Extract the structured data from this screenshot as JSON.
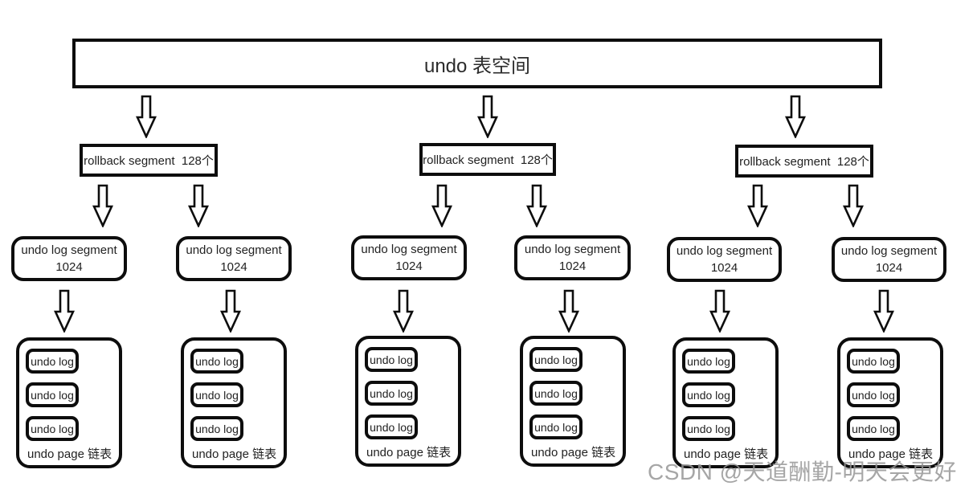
{
  "title_box": {
    "label": "undo 表空间"
  },
  "rollback_segments": [
    {
      "label": "rollback segment  128个"
    },
    {
      "label": "rollback segment  128个"
    },
    {
      "label": "rollback segment  128个"
    }
  ],
  "undo_log_segments": [
    {
      "name": "undo log segment",
      "count": "1024"
    },
    {
      "name": "undo log segment",
      "count": "1024"
    },
    {
      "name": "undo log segment",
      "count": "1024"
    },
    {
      "name": "undo log segment",
      "count": "1024"
    },
    {
      "name": "undo log segment",
      "count": "1024"
    },
    {
      "name": "undo log segment",
      "count": "1024"
    }
  ],
  "undo_page_lists": [
    {
      "entries": [
        "undo log",
        "undo log",
        "undo log"
      ],
      "label": "undo page 链表"
    },
    {
      "entries": [
        "undo log",
        "undo log",
        "undo log"
      ],
      "label": "undo page 链表"
    },
    {
      "entries": [
        "undo log",
        "undo log",
        "undo log"
      ],
      "label": "undo page 链表"
    },
    {
      "entries": [
        "undo log",
        "undo log",
        "undo log"
      ],
      "label": "undo page 链表"
    },
    {
      "entries": [
        "undo log",
        "undo log",
        "undo log"
      ],
      "label": "undo page 链表"
    },
    {
      "entries": [
        "undo log",
        "undo log",
        "undo log"
      ],
      "label": "undo page 链表"
    }
  ],
  "watermark": {
    "text": "CSDN @天道酬勤-明天会更好"
  },
  "colors": {
    "stroke": "#0d0d0d",
    "background": "#ffffff",
    "watermark": "#969696"
  }
}
